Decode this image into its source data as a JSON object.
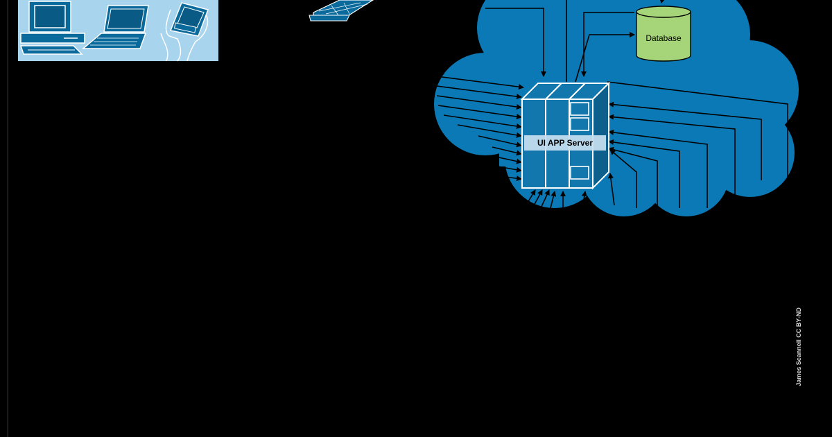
{
  "diagram": {
    "server": {
      "label": "UI APP Server"
    },
    "database": {
      "label": "Database"
    },
    "clients_panel": {
      "devices": [
        "desktop-computer-icon",
        "laptop-icon",
        "handheld-device-icon"
      ]
    },
    "credit": "James Scannell CC BY-ND"
  },
  "colors": {
    "background": "#000000",
    "cloud": "#0a79b5",
    "server_fill": "#1277ad",
    "server_stroke": "#ffffff",
    "server_label_band": "#c8dff0",
    "database": "#a5d479",
    "clients_panel": "#a8d4ee",
    "device": "#0b6a9c",
    "arrow": "#000000"
  }
}
